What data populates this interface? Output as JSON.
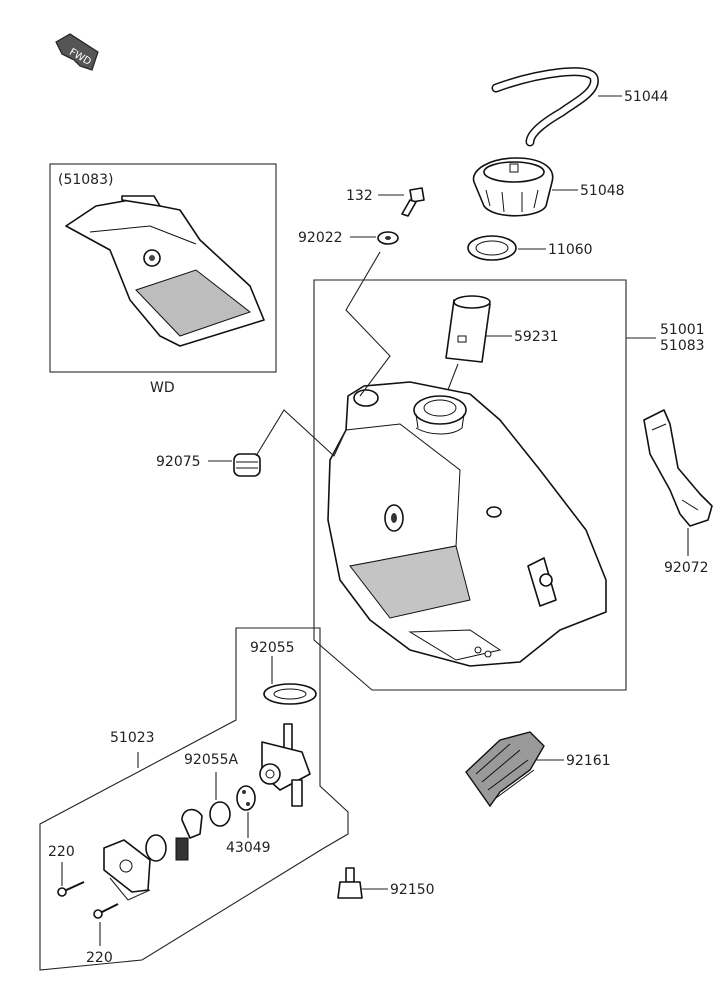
{
  "fwd_label": "FWD",
  "inset": {
    "code": "(51083)",
    "caption": "WD"
  },
  "parts": {
    "p51044": "51044",
    "p51048": "51048",
    "p132": "132",
    "p92022": "92022",
    "p11060": "11060",
    "p59231": "59231",
    "p51001": "51001",
    "p51083": "51083",
    "p92075": "92075",
    "p92072": "92072",
    "p92055": "92055",
    "p51023": "51023",
    "p92055A": "92055A",
    "p43049": "43049",
    "p220a": "220",
    "p220b": "220",
    "p92150": "92150",
    "p92161": "92161"
  },
  "colors": {
    "line": "#222222",
    "shade": "#b8b8b8",
    "shade_dark": "#777777"
  }
}
